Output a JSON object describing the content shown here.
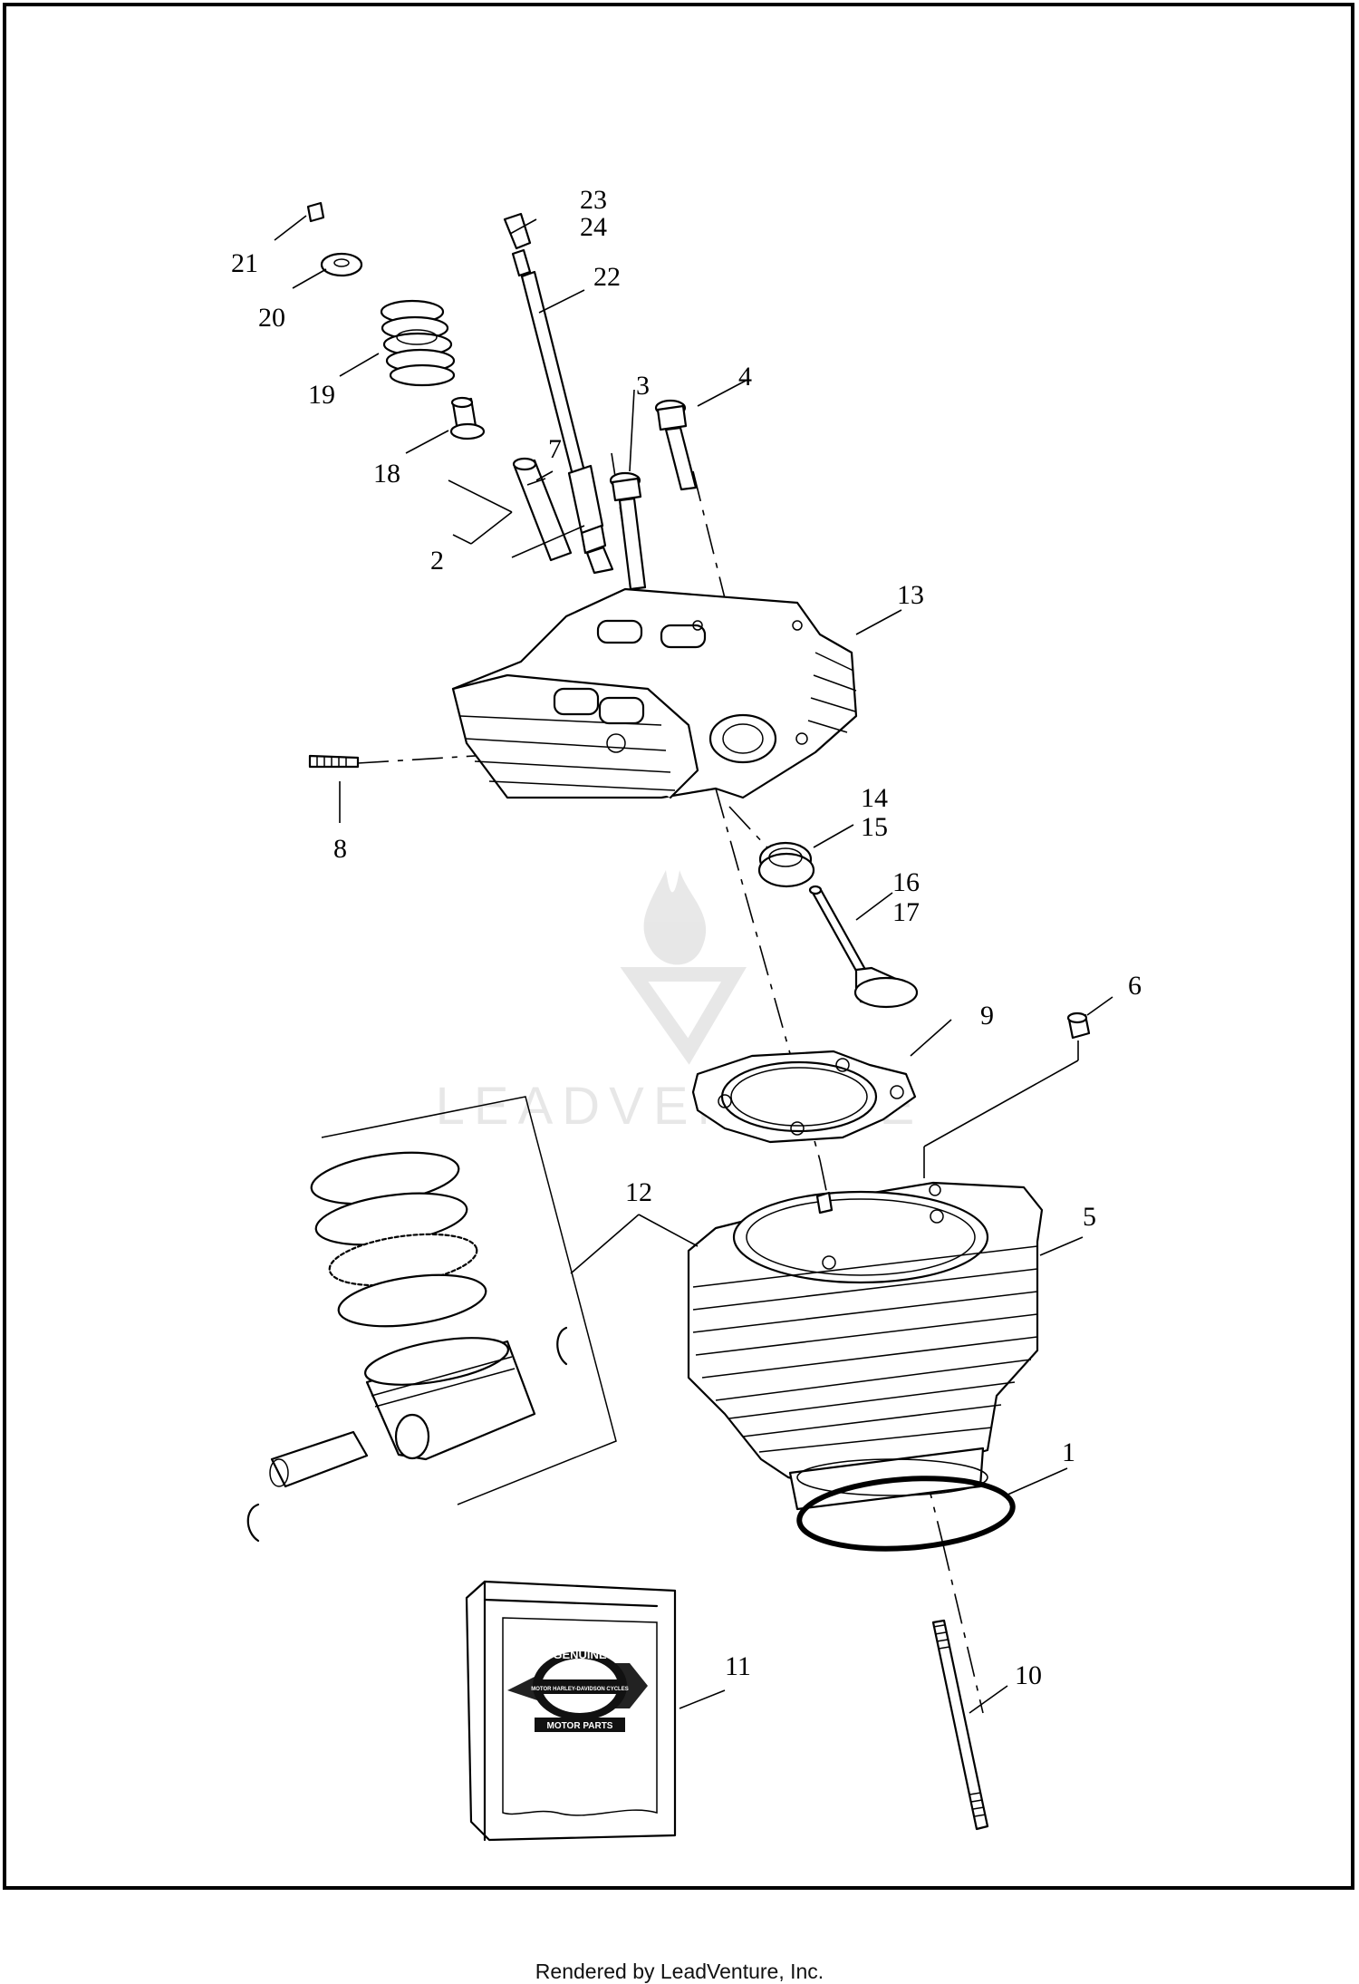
{
  "callouts": {
    "c1": "1",
    "c2": "2",
    "c3": "3",
    "c4": "4",
    "c5": "5",
    "c6": "6",
    "c7": "7",
    "c8": "8",
    "c9": "9",
    "c10": "10",
    "c11": "11",
    "c12": "12",
    "c13": "13",
    "c14": "14",
    "c15": "15",
    "c16": "16",
    "c17": "17",
    "c18": "18",
    "c19": "19",
    "c20": "20",
    "c21": "21",
    "c22": "22",
    "c23": "23",
    "c24": "24"
  },
  "watermark": "LEADVENTURE",
  "emblem": {
    "top": "GENUINE",
    "middle": "MOTOR HARLEY-DAVIDSON CYCLES",
    "bottom": "MOTOR PARTS"
  },
  "footer": "Rendered by LeadVenture, Inc."
}
